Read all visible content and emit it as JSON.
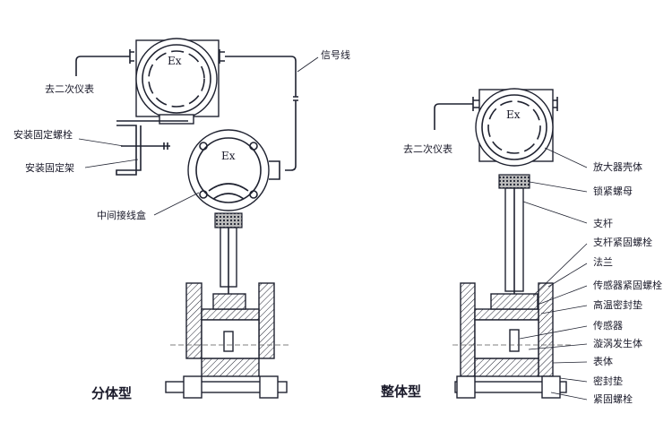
{
  "split_type": {
    "title": "分体型",
    "housing_mark": "Ex",
    "junction_mark": "Ex",
    "labels": {
      "to_secondary_instrument": "去二次仪表",
      "signal_cable": "信号线",
      "mounting_bolt": "安装固定螺栓",
      "mounting_bracket": "安装固定架",
      "junction_box": "中间接线盒"
    }
  },
  "integral_type": {
    "title": "整体型",
    "housing_mark": "Ex",
    "to_secondary_instrument": "去二次仪表",
    "parts": [
      "放大器壳体",
      "锁紧螺母",
      "支杆",
      "支杆紧固螺栓",
      "法兰",
      "传感器紧固螺栓",
      "高温密封垫",
      "传感器",
      "漩涡发生体",
      "表体",
      "密封垫",
      "紧固螺栓"
    ]
  }
}
